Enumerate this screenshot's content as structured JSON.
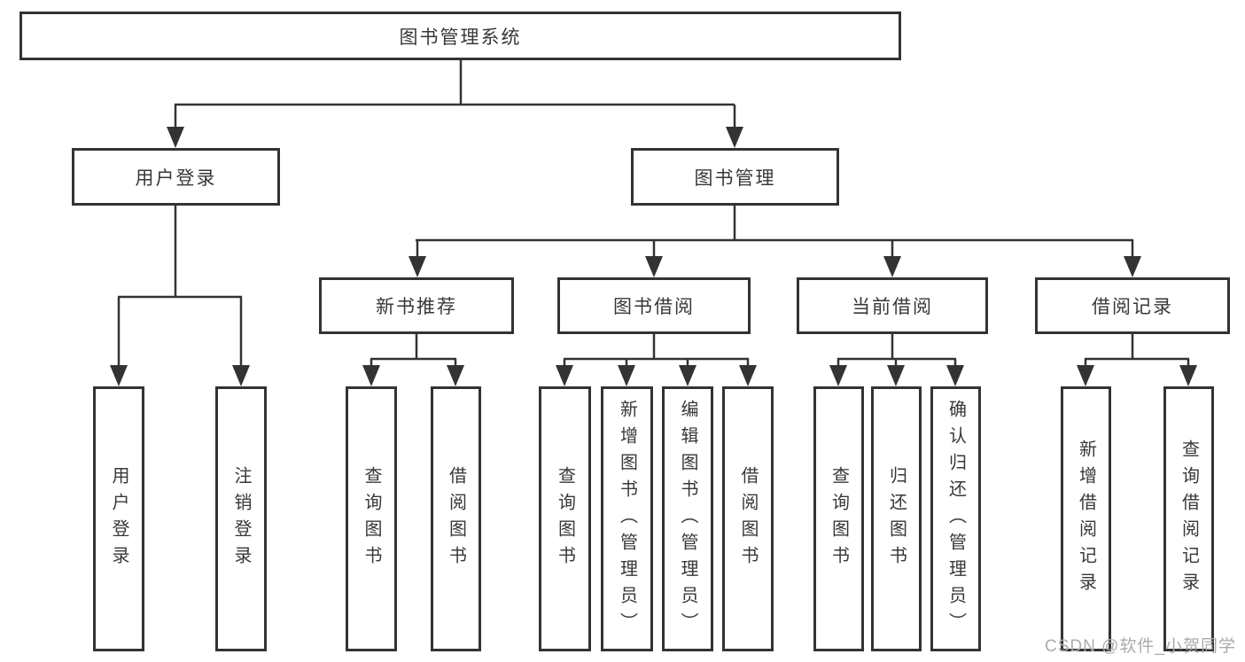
{
  "nodes": {
    "root": "图书管理系统",
    "user_login": "用户登录",
    "book_mgmt": "图书管理",
    "new_book_rec": "新书推荐",
    "book_borrow": "图书借阅",
    "current_borrow": "当前借阅",
    "borrow_record": "借阅记录",
    "ul_user_login": "用户登录",
    "ul_logout": "注销登录",
    "nbr_query_book": "查询图书",
    "nbr_borrow_book": "借阅图书",
    "bb_query_book": "查询图书",
    "bb_add_book": "新增图书（管理员）",
    "bb_edit_book": "编辑图书（管理员）",
    "bb_borrow_book": "借阅图书",
    "cb_query_book": "查询图书",
    "cb_return_book": "归还图书",
    "cb_confirm_return": "确认归还（管理员）",
    "br_add_record": "新增借阅记录",
    "br_query_record": "查询借阅记录"
  },
  "watermark": "CSDN @软件_小贺同学",
  "colors": {
    "line": "#333333",
    "text": "#383838",
    "box_background": "#ffffff",
    "watermark": "#ababab",
    "page_background": "#ffffff"
  }
}
